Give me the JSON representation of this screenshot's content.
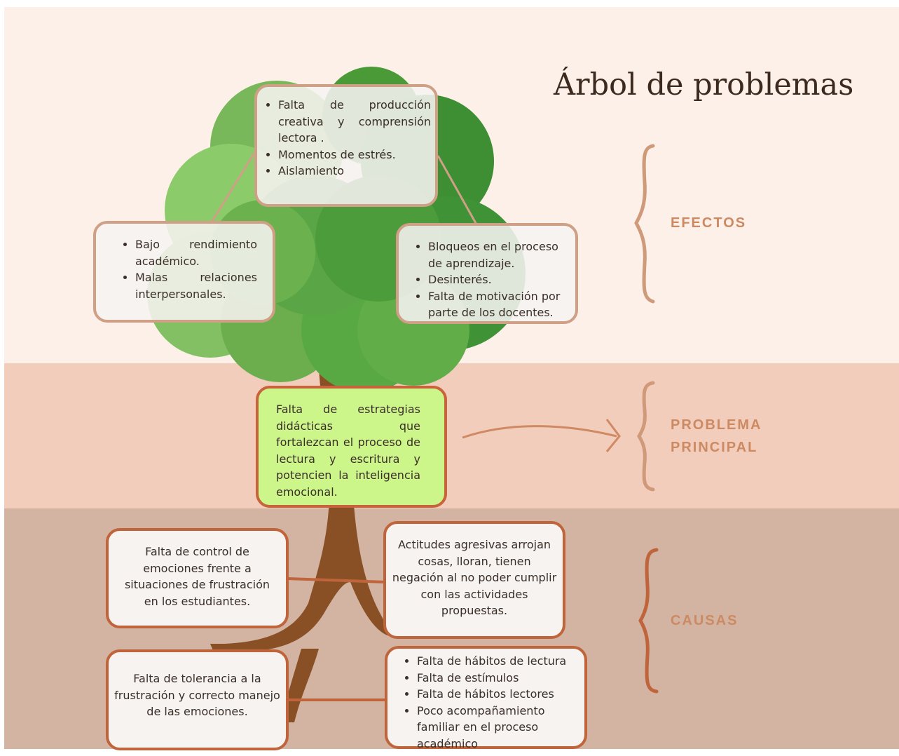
{
  "title": "Árbol de problemas",
  "section_labels": {
    "effects": "EFECTOS",
    "main_problem_line1": "PROBLEMA",
    "main_problem_line2": "PRINCIPAL",
    "causes": "CAUSAS"
  },
  "effects": {
    "top": [
      "Falta de producción creativa y comprensión lectora .",
      "Momentos de estrés.",
      "Aislamiento"
    ],
    "left": [
      "Bajo rendimiento académico.",
      "Malas relaciones interpersonales."
    ],
    "right": [
      "Bloqueos en el proceso de aprendizaje.",
      "Desinterés.",
      "Falta de motivación por parte de los docentes."
    ]
  },
  "main_problem": "Falta de estrategias didácticas que fortalezcan el proceso de lectura y escritura y potencien la inteligencia emocional.",
  "causes": {
    "upper_left": "Falta de control de emociones frente a situaciones de frustración en los estudiantes.",
    "upper_right": "Actitudes agresivas arrojan cosas, lloran, tienen negación al no poder cumplir con las actividades propuestas.",
    "lower_left": "Falta de tolerancia a la frustración y correcto manejo de las emociones.",
    "lower_right": [
      "Falta de hábitos de lectura",
      "Falta de estímulos",
      "Falta de hábitos lectores",
      "Poco acompañamiento familiar en el proceso académico"
    ]
  },
  "colors": {
    "effects_band": "#fcf0e9",
    "problem_band": "#f2cdbc",
    "causes_band": "#d3b3a1",
    "box_border": "#cf9f86",
    "main_problem_fill": "#ccf58a",
    "trunk": "#8a5025",
    "label_text": "#cc8a63"
  }
}
